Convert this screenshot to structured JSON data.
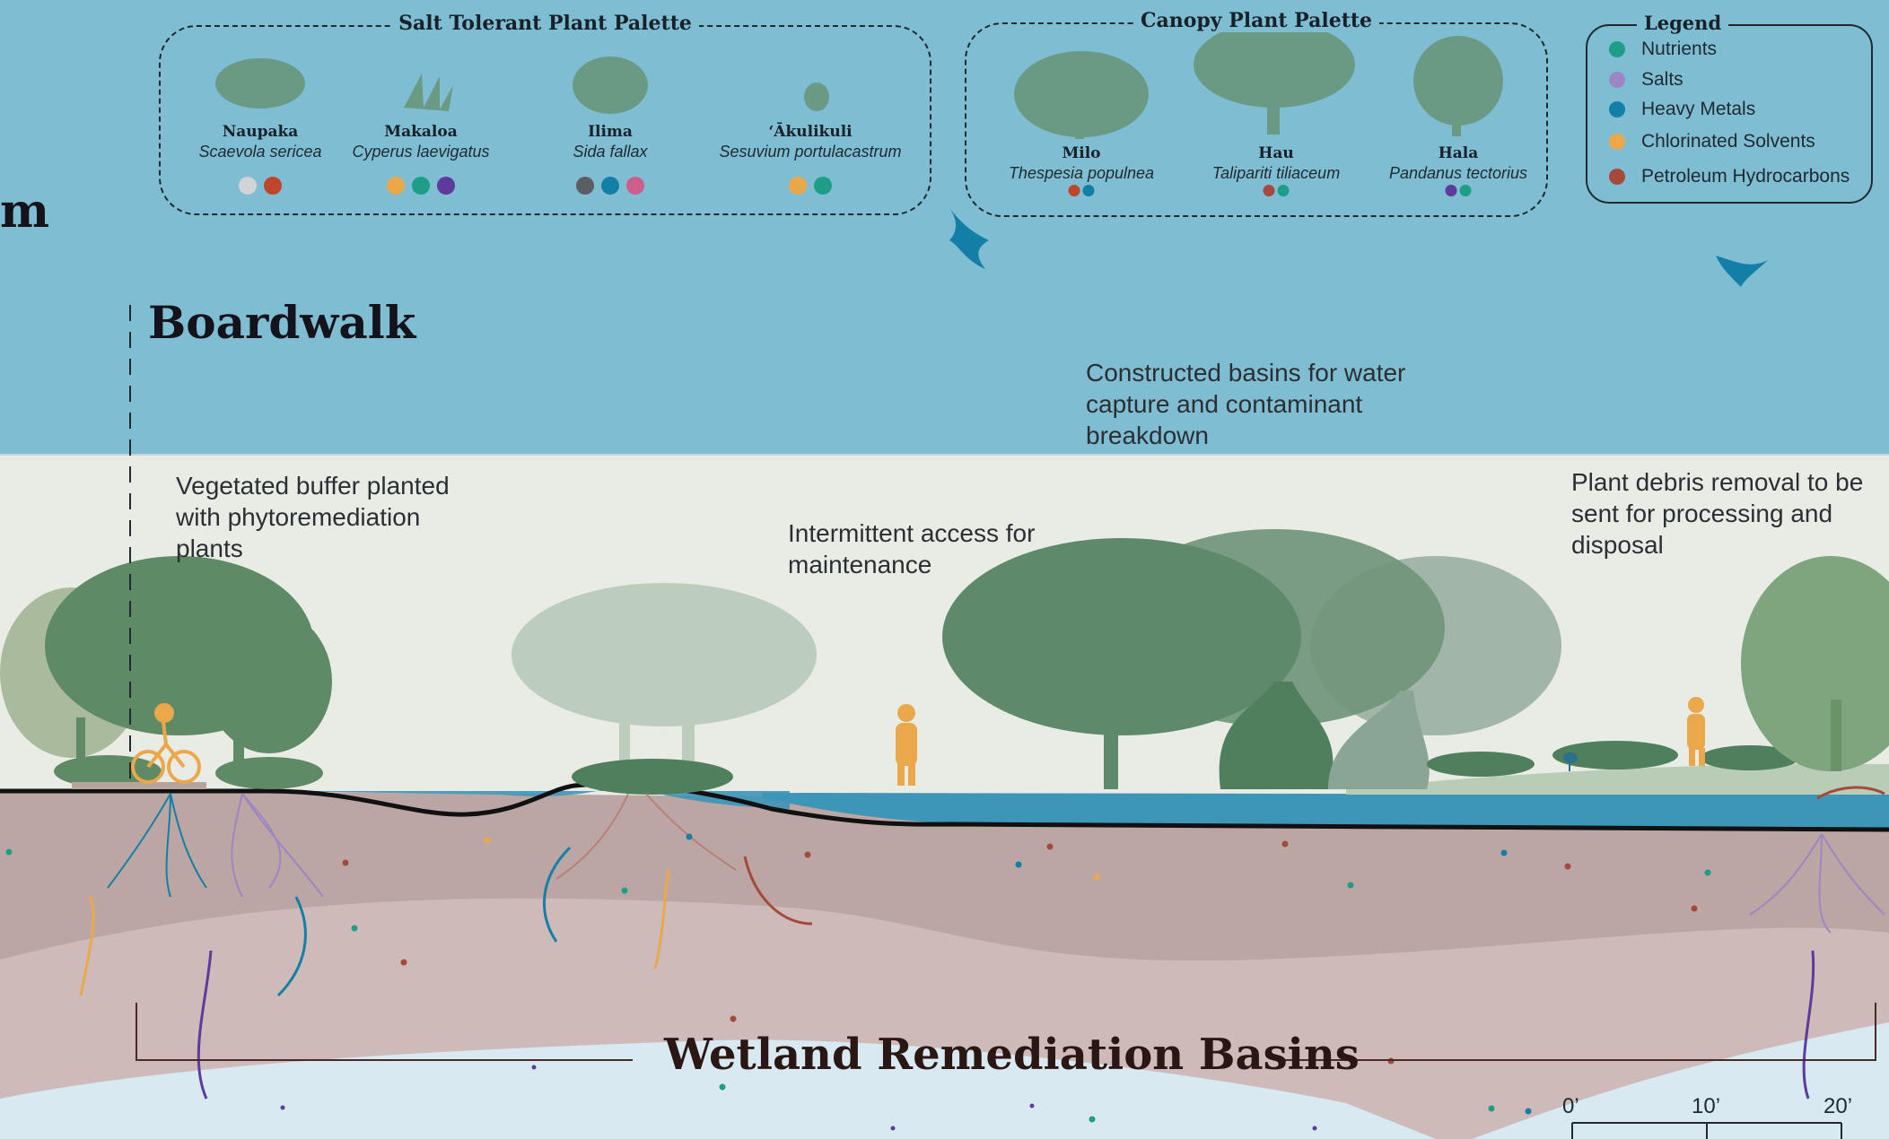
{
  "page": {
    "cut_title_fragment": "m",
    "boardwalk_label": "Boardwalk",
    "section_title": "Wetland Remediation Basins"
  },
  "salt_palette": {
    "title": "Salt Tolerant Plant Palette",
    "plants": [
      {
        "name": "Naupaka",
        "scientific": "Scaevola sericea",
        "contaminants": [
          "#d1d3d4",
          "#c0462b"
        ]
      },
      {
        "name": "Makaloa",
        "scientific": "Cyperus laevigatus",
        "contaminants": [
          "#eba84a",
          "#1e9e86",
          "#5d3a9b"
        ]
      },
      {
        "name": "Ilima",
        "scientific": "Sida fallax",
        "contaminants": [
          "#5b5f63",
          "#137fa6",
          "#cc5d8d"
        ]
      },
      {
        "name": "‘Ākulikuli",
        "scientific": "Sesuvium portulacastrum",
        "contaminants": [
          "#eba84a",
          "#1e9e86"
        ]
      }
    ]
  },
  "canopy_palette": {
    "title": "Canopy Plant Palette",
    "plants": [
      {
        "name": "Milo",
        "scientific": "Thespesia populnea",
        "contaminants": [
          "#c0462b",
          "#137fa6"
        ]
      },
      {
        "name": "Hau",
        "scientific": "Talipariti tiliaceum",
        "contaminants": [
          "#a5493d",
          "#1e9e86"
        ]
      },
      {
        "name": "Hala",
        "scientific": "Pandanus tectorius",
        "contaminants": [
          "#5d3a9b",
          "#1e9e86"
        ]
      }
    ]
  },
  "legend": {
    "title": "Legend",
    "items": [
      {
        "label": "Nutrients",
        "color": "#1e9e86"
      },
      {
        "label": "Salts",
        "color": "#9d86c5"
      },
      {
        "label": "Heavy Metals",
        "color": "#137fa6"
      },
      {
        "label": "Chlorinated Solvents",
        "color": "#eba84a"
      },
      {
        "label": "Petroleum Hydrocarbons",
        "color": "#a5493d"
      }
    ]
  },
  "annotations": {
    "basins": "Constructed basins for water capture and contaminant breakdown",
    "buffer": "Vegetated buffer planted with phytoremediation plants",
    "maintenance": "Intermittent access for maintenance",
    "debris": "Plant debris removal to be sent for processing and disposal"
  },
  "scale_bar": {
    "ticks": [
      "0’",
      "10’",
      "20’"
    ]
  },
  "colors": {
    "sky": "#7fbdd2",
    "ground": "#bca6a3",
    "water": "#3d95b8"
  }
}
